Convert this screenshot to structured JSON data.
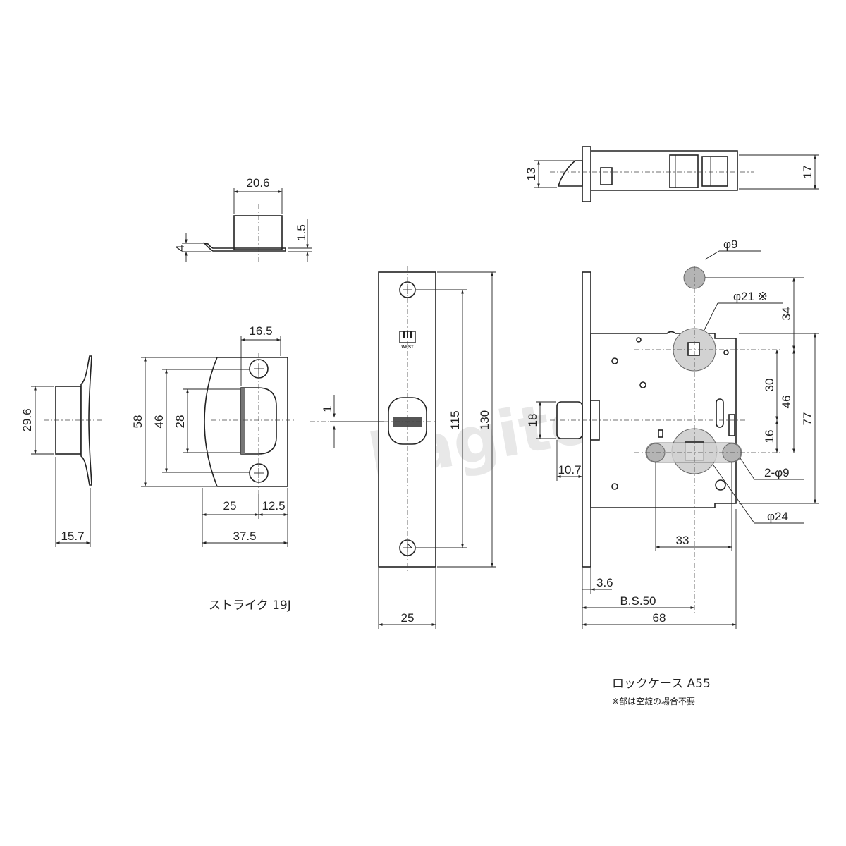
{
  "watermark": "kagitown",
  "brand_mark": "WEST",
  "captions": {
    "strike": "ストライク 19J",
    "lockcase": "ロックケース A55",
    "lockcase_note": "※部は空錠の場合不要"
  },
  "strike": {
    "top_width": "20.6",
    "plate_thickness": "1.5",
    "lip_height": "4",
    "box_width": "16.5",
    "height_58": "58",
    "height_46": "46",
    "height_28": "28",
    "width_25": "25",
    "width_12_5": "12.5",
    "width_37_5": "37.5",
    "side_height": "29.6",
    "side_depth": "15.7"
  },
  "front_plate": {
    "offset": "1",
    "screw_pitch": "115",
    "length": "130",
    "width": "25"
  },
  "lock_case": {
    "depth_13": "13",
    "depth_17": "17",
    "phi_9": "φ9",
    "phi_21": "φ21 ※",
    "dim_34": "34",
    "dim_30": "30",
    "dim_46": "46",
    "dim_77": "77",
    "dim_16": "16",
    "latch_height": "18",
    "latch_projection": "10.7",
    "two_phi_9": "2-φ9",
    "phi_24": "φ24",
    "dim_33": "33",
    "dim_3_6": "3.6",
    "backset": "B.S.50",
    "case_depth": "68"
  }
}
